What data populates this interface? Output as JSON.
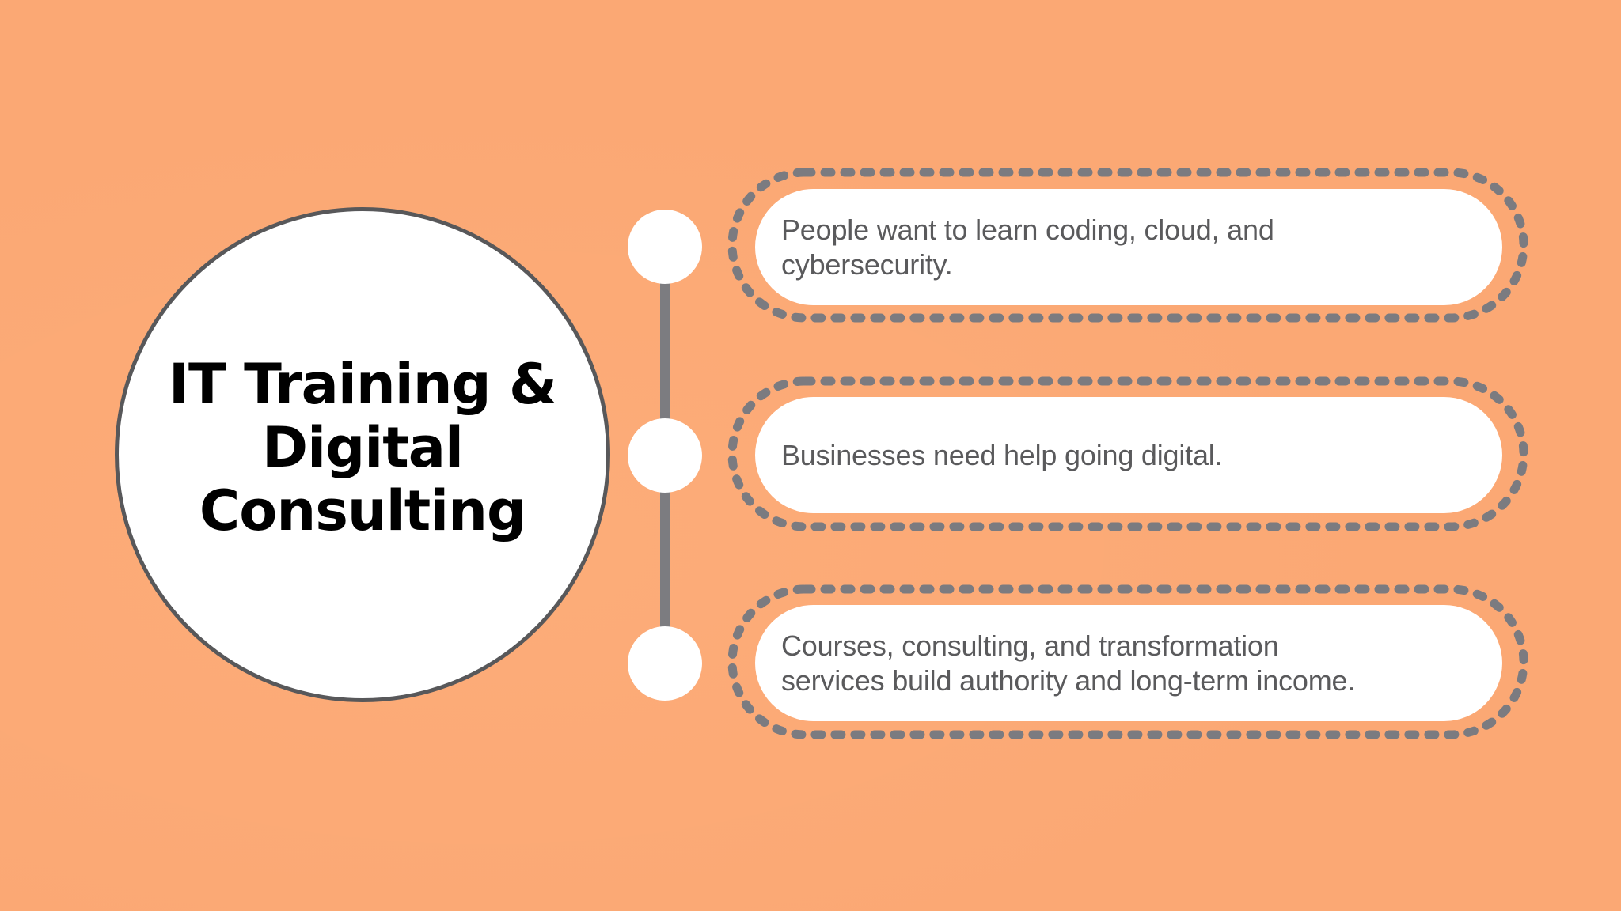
{
  "slide": {
    "background_color": "#FBA874",
    "hub": {
      "title_lines": [
        "IT Training &",
        "Digital",
        "Consulting"
      ],
      "title": "IT Training & Digital Consulting",
      "fill_color": "#FFFFFF",
      "border_color": "#58585A"
    },
    "timeline": {
      "line_color": "#7C7C80",
      "node_color": "#FFFFFF",
      "nodes": [
        {
          "icon": "circle-node"
        },
        {
          "icon": "circle-node"
        },
        {
          "icon": "circle-node"
        }
      ]
    },
    "cards": [
      {
        "lines": [
          "People want to learn coding, cloud, and",
          "cybersecurity."
        ],
        "text": "People want to learn coding, cloud, and cybersecurity."
      },
      {
        "lines": [
          "Businesses need help going digital."
        ],
        "text": "Businesses need help going digital."
      },
      {
        "lines": [
          "Courses, consulting, and transformation",
          "services build authority and long-term income."
        ],
        "text": "Courses, consulting, and transformation services build authority and long-term income."
      }
    ],
    "card_style": {
      "pill_color": "#FFFFFF",
      "dotted_border_color": "#7B7B80",
      "text_color": "#5A5A5C"
    }
  }
}
